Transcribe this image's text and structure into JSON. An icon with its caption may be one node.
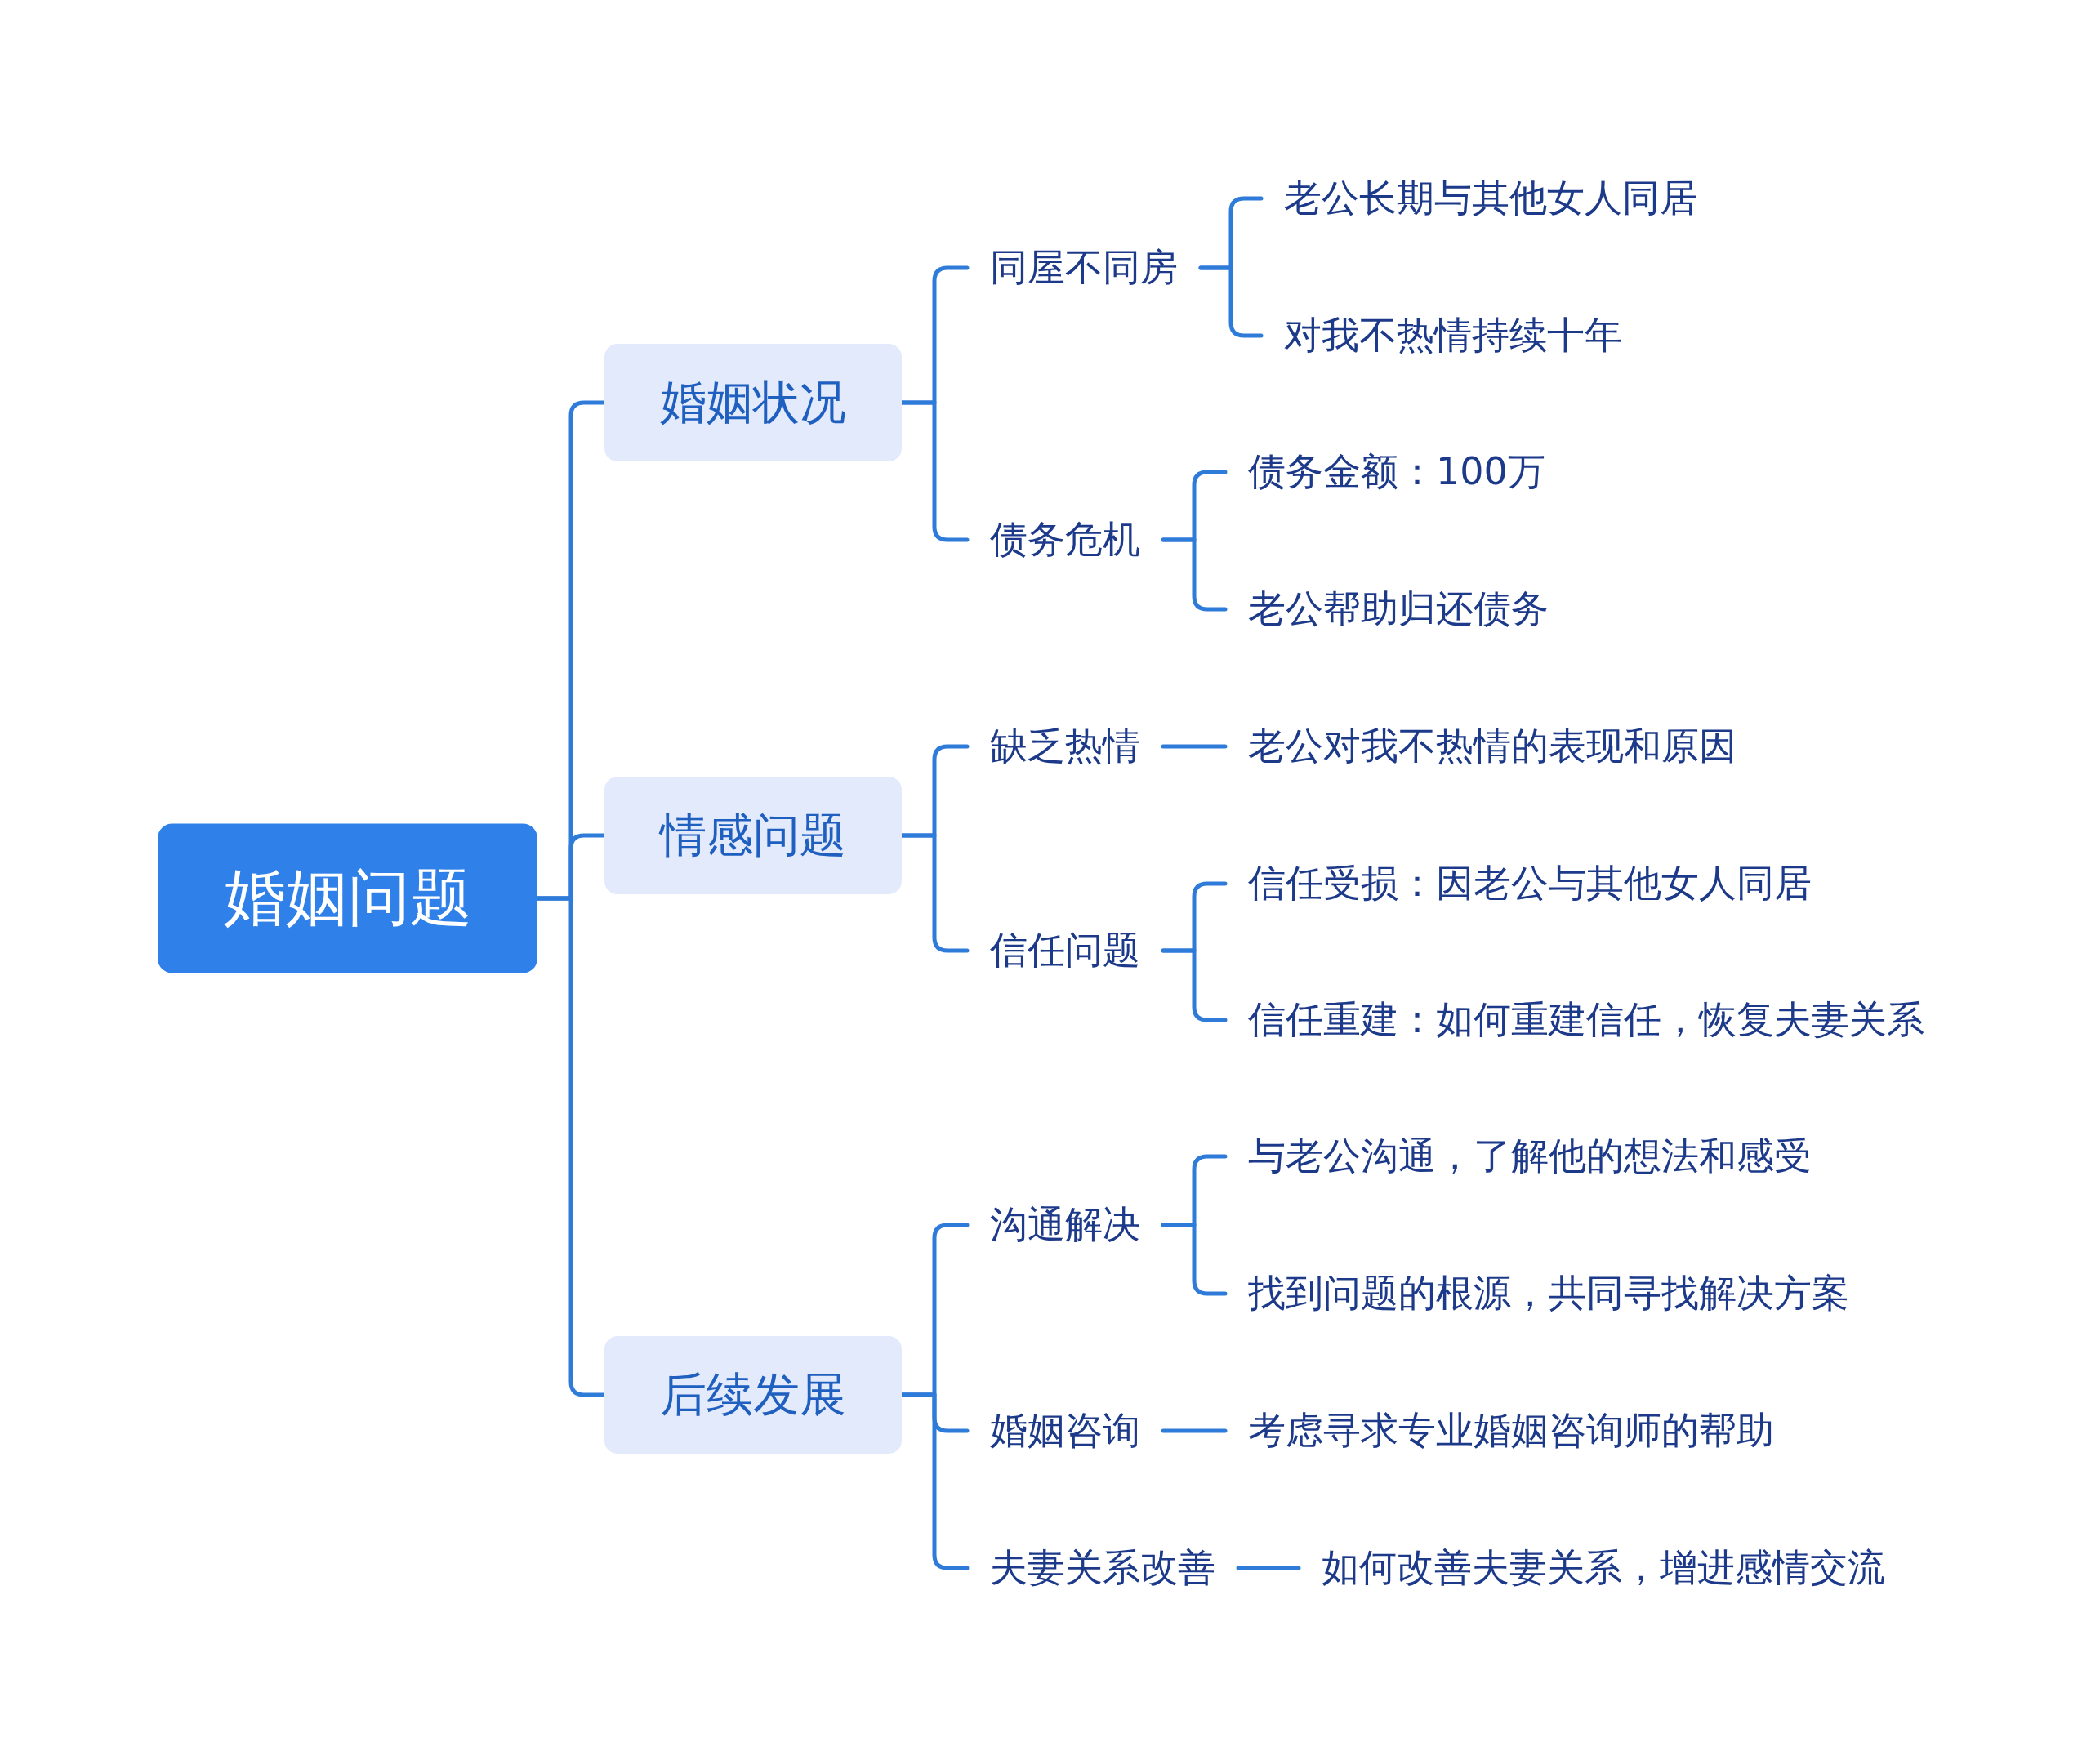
{
  "diagram": {
    "nodes": [
      {
        "text": [
          "婚姻问题"
        ]
      },
      {
        "text": [
          "婚姻状况"
        ]
      },
      {
        "text": [
          "同屋不同房"
        ]
      },
      {
        "text": [
          "老公长期与其他女人同居"
        ]
      },
      {
        "text": [
          "对我不热情持续十年"
        ]
      },
      {
        "text": [
          "债务危机"
        ]
      },
      {
        "text": [
          "债务金额：100万"
        ]
      },
      {
        "text": [
          "老公帮助归还债务"
        ]
      },
      {
        "text": [
          "情感问题"
        ]
      },
      {
        "text": [
          "缺乏热情"
        ]
      },
      {
        "text": [
          "老公对我不热情的表现和原因"
        ]
      },
      {
        "text": [
          "信任问题"
        ]
      },
      {
        "text": [
          "信任受损：因老公与其他女人同居"
        ]
      },
      {
        "text": [
          "信任重建：如何重建信任，恢复夫妻关系"
        ]
      },
      {
        "text": [
          "后续发展"
        ]
      },
      {
        "text": [
          "沟通解决"
        ]
      },
      {
        "text": [
          "与老公沟通，了解他的想法和感受"
        ]
      },
      {
        "text": [
          "找到问题的根源，共同寻找解决方案"
        ]
      },
      {
        "text": [
          "婚姻咨询"
        ]
      },
      {
        "text": [
          "考虑寻求专业婚姻咨询师的帮助"
        ]
      },
      {
        "text": [
          "夫妻关系改善"
        ]
      },
      {
        "text": [
          "如何改善夫妻关系，增进感情交流"
        ]
      }
    ],
    "edges": [
      {
        "from": 0,
        "to": 1,
        "arrow": "none"
      },
      {
        "from": 0,
        "to": 8,
        "arrow": "none"
      },
      {
        "from": 0,
        "to": 14,
        "arrow": "none"
      },
      {
        "from": 1,
        "to": 2,
        "arrow": "none"
      },
      {
        "from": 1,
        "to": 5,
        "arrow": "none"
      },
      {
        "from": 2,
        "to": 3,
        "arrow": "none"
      },
      {
        "from": 2,
        "to": 4,
        "arrow": "none"
      },
      {
        "from": 5,
        "to": 6,
        "arrow": "none"
      },
      {
        "from": 5,
        "to": 7,
        "arrow": "none"
      },
      {
        "from": 8,
        "to": 9,
        "arrow": "none"
      },
      {
        "from": 8,
        "to": 11,
        "arrow": "none"
      },
      {
        "from": 9,
        "to": 10,
        "arrow": "none"
      },
      {
        "from": 11,
        "to": 12,
        "arrow": "none"
      },
      {
        "from": 11,
        "to": 13,
        "arrow": "none"
      },
      {
        "from": 14,
        "to": 15,
        "arrow": "none"
      },
      {
        "from": 14,
        "to": 18,
        "arrow": "none"
      },
      {
        "from": 14,
        "to": 20,
        "arrow": "none"
      },
      {
        "from": 15,
        "to": 16,
        "arrow": "none"
      },
      {
        "from": 15,
        "to": 17,
        "arrow": "none"
      },
      {
        "from": 18,
        "to": 19,
        "arrow": "none"
      },
      {
        "from": 20,
        "to": 21,
        "arrow": "none"
      }
    ]
  }
}
